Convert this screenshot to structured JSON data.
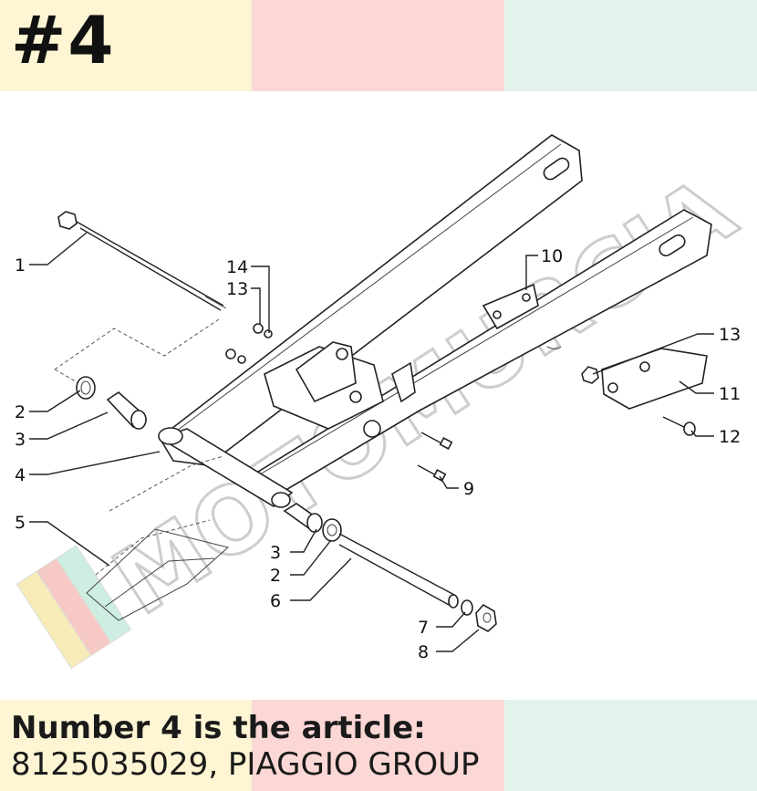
{
  "header": {
    "number_label": "#4"
  },
  "footer": {
    "line1": "Number 4 is the article:",
    "line2": "8125035029, PIAGGIO GROUP"
  },
  "colors": {
    "cream": "#fdf5d3",
    "pink": "#fbd7d5",
    "mint": "#e2f4ec",
    "ink": "#111111"
  },
  "watermark": {
    "text": "MOTOMURCIA"
  },
  "callouts": {
    "c1": "1",
    "c2a": "2",
    "c3a": "3",
    "c4": "4",
    "c5": "5",
    "c14": "14",
    "c13a": "13",
    "c10": "10",
    "c13b": "13",
    "c11": "11",
    "c12": "12",
    "c9": "9",
    "c3b": "3",
    "c2b": "2",
    "c6": "6",
    "c7": "7",
    "c8": "8"
  }
}
